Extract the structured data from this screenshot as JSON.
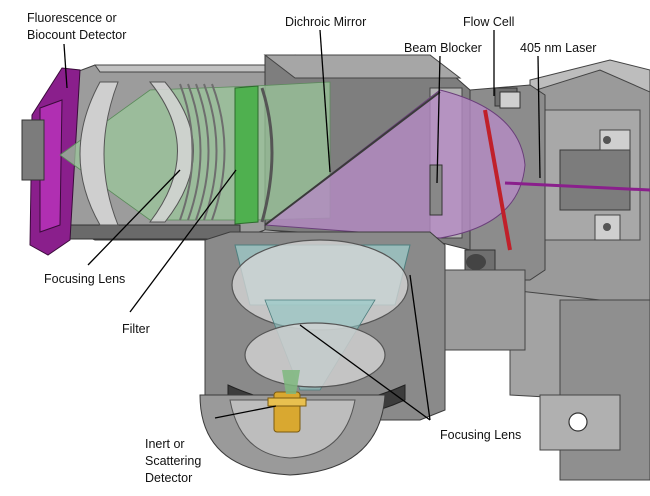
{
  "labels": {
    "fluorescence_line1": "Fluorescence or",
    "fluorescence_line2": "Biocount Detector",
    "dichroic_mirror": "Dichroic Mirror",
    "flow_cell": "Flow Cell",
    "beam_blocker": "Beam Blocker",
    "laser": "405 nm Laser",
    "focusing_lens_left": "Focusing Lens",
    "filter": "Filter",
    "focusing_lens_bottom": "Focusing Lens",
    "detector_line1": "Inert or",
    "detector_line2": "Scattering",
    "detector_line3": "Detector"
  },
  "colors": {
    "housing": "#8e8e8e",
    "housing_light": "#b4b4b4",
    "housing_dark": "#5e5e5e",
    "green_light_path": "#9bc79b",
    "violet_light_path": "#b58bc4",
    "detector_magenta": "#8a1f8c",
    "filter_green": "#4fb04f",
    "flow_cell_red": "#c0202a",
    "detector_gold": "#d9a830"
  }
}
